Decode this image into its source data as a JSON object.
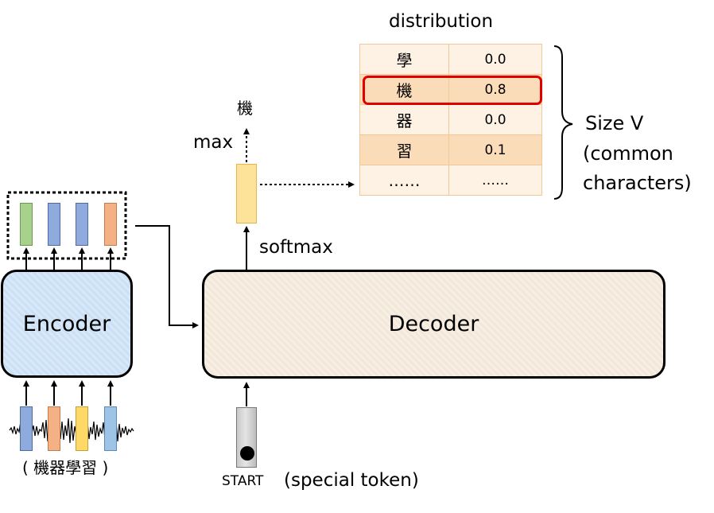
{
  "diagram": {
    "encoder_label": "Encoder",
    "decoder_label": "Decoder",
    "softmax_label": "softmax",
    "max_label": "max",
    "max_output": "機",
    "distribution_title": "distribution",
    "distribution_rows": [
      {
        "char": "學",
        "prob": "0.0"
      },
      {
        "char": "機",
        "prob": "0.8"
      },
      {
        "char": "器",
        "prob": "0.0"
      },
      {
        "char": "習",
        "prob": "0.1"
      },
      {
        "char": "……",
        "prob": "……"
      }
    ],
    "size_label_lines": [
      "Size V",
      "(common",
      "characters)"
    ],
    "start_label": "START",
    "special_token_label": "(special token)",
    "input_caption": "( 機器學習 )"
  },
  "colors": {
    "encoder_fill": "#d7e8f8",
    "decoder_fill": "#f8efe3",
    "highlight_red": "#e00000",
    "table_light": "#fdf2e4",
    "table_dark": "#fbdcb8",
    "vector_green": "#a9d18e",
    "vector_blue": "#8faadc",
    "vector_orange": "#f4b183",
    "vector_yellow": "#ffd966",
    "vector_lightblue": "#9dc3e6"
  }
}
